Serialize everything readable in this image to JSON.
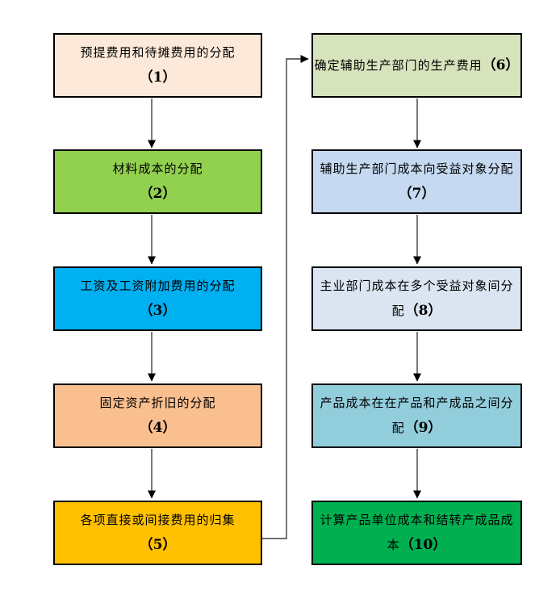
{
  "flowchart": {
    "boxes": {
      "b1": {
        "title": "预提费用和待摊费用的分配",
        "number": "（1）",
        "bg": "#FDE9D9"
      },
      "b2": {
        "title": "材料成本的分配",
        "number": "（2）",
        "bg": "#92D050"
      },
      "b3": {
        "title": "工资及工资附加费用的分配",
        "number": "（3）",
        "bg": "#00B0F0"
      },
      "b4": {
        "title": "固定资产折旧的分配",
        "number": "（4）",
        "bg": "#FABF8F"
      },
      "b5": {
        "title": "各项直接或间接费用的归集",
        "number": "（5）",
        "bg": "#FFC000"
      },
      "b6": {
        "title": "确定辅助生产部门的生产费用",
        "number": "（6）",
        "bg": "#D6E3BC"
      },
      "b7": {
        "title": "辅助生产部门成本向受益对象分配",
        "number": "（7）",
        "bg": "#C5D9F1"
      },
      "b8": {
        "title_line1": "主业部门成本在多个受益对象间分",
        "title_line2": "配",
        "number": "（8）",
        "bg": "#DBE5F1"
      },
      "b9": {
        "title_line1": "产品成本在在产品和产成品之间分",
        "title_line2": "配",
        "number": "（9）",
        "bg": "#92CDDC"
      },
      "b10": {
        "title_line1": "计算产品单位成本和结转产成品成",
        "title_line2": "本",
        "number": "（10）",
        "bg": "#00B050"
      }
    },
    "colors": {
      "border": "#000000",
      "text": "#000000",
      "arrow": "#3f3f3f",
      "arrowhead": "#000000",
      "background": "#FFFFFF"
    }
  }
}
